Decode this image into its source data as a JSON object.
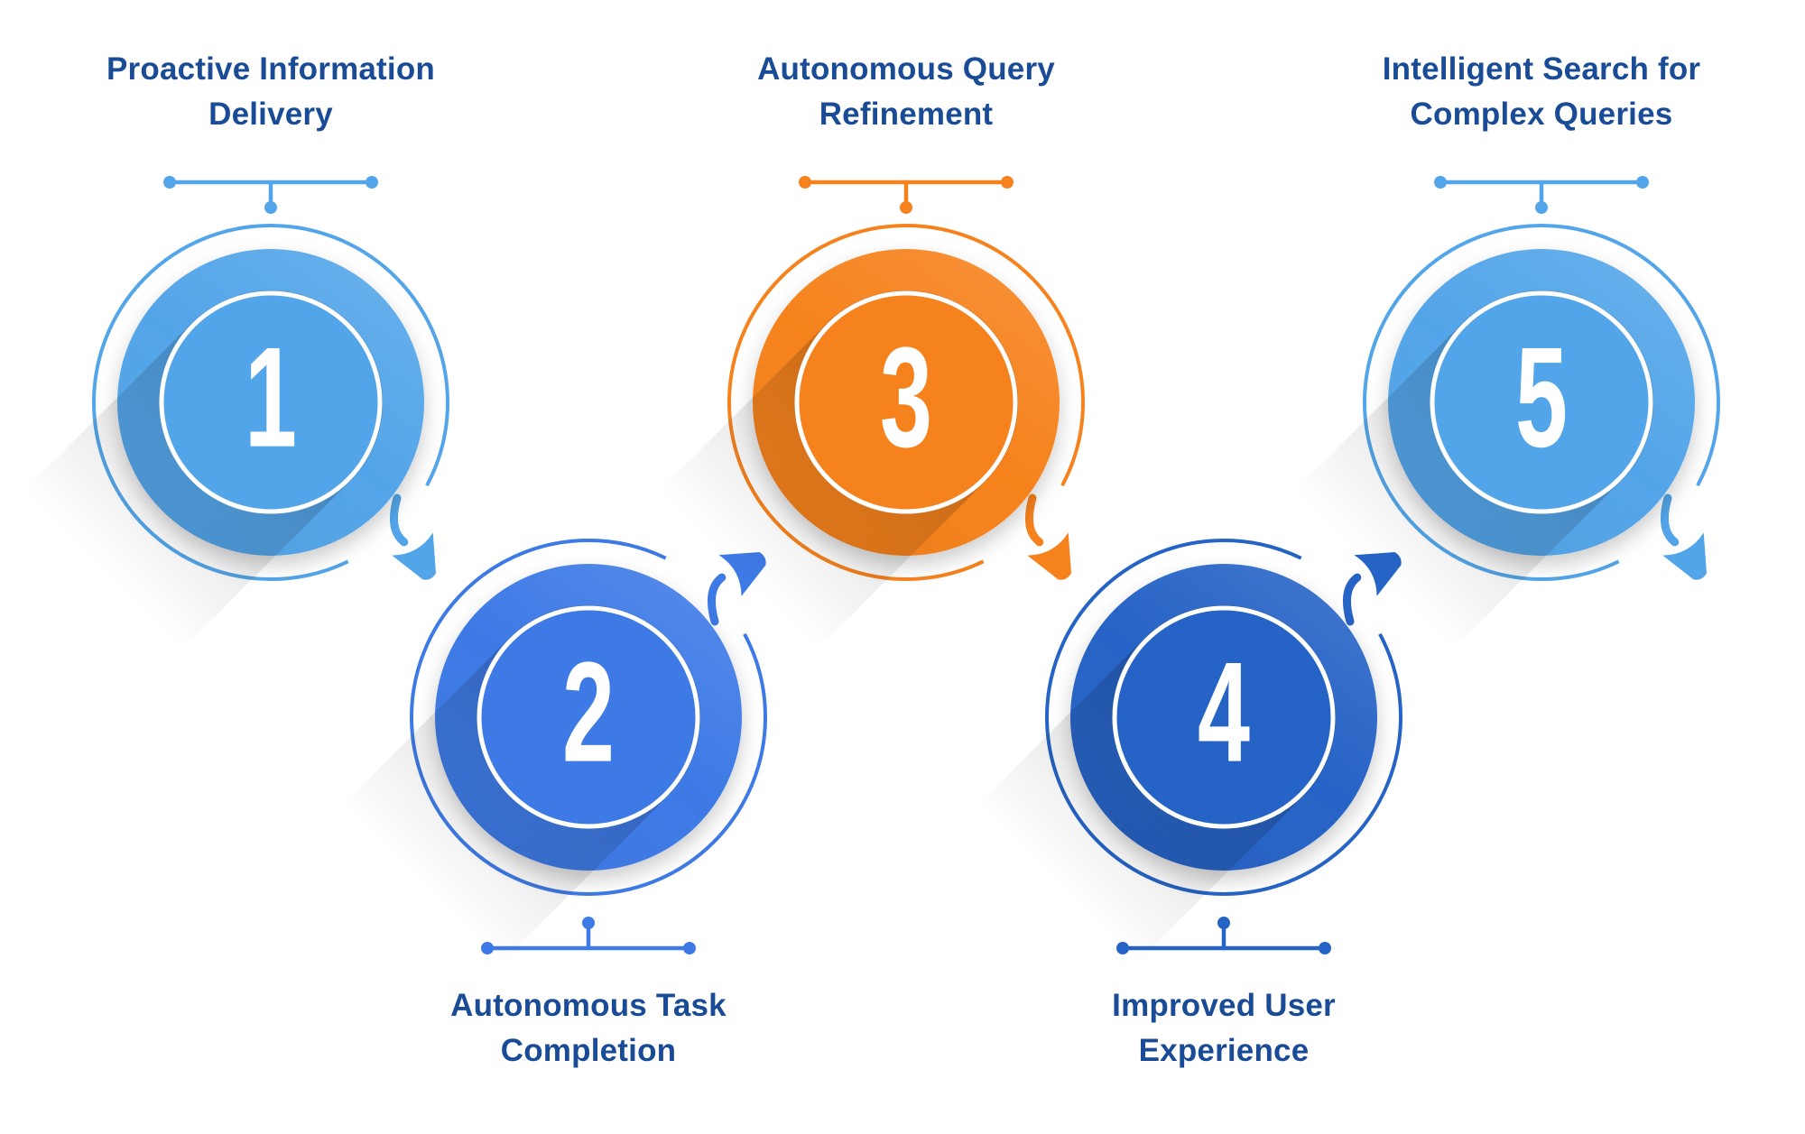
{
  "diagram": {
    "type": "process-infographic",
    "step_count": 5,
    "flow": "zigzag-left-to-right",
    "steps": [
      {
        "number": "1",
        "lines": [
          "Proactive Information",
          "Delivery"
        ],
        "position": "top",
        "color": "#53A5E9"
      },
      {
        "number": "2",
        "lines": [
          "Autonomous Task",
          "Completion"
        ],
        "position": "bottom",
        "color": "#3E7AE6"
      },
      {
        "number": "3",
        "lines": [
          "Autonomous Query",
          "Refinement"
        ],
        "position": "top",
        "color": "#F6821E"
      },
      {
        "number": "4",
        "lines": [
          "Improved User",
          "Experience"
        ],
        "position": "bottom",
        "color": "#2564C6"
      },
      {
        "number": "5",
        "lines": [
          "Intelligent Search for",
          "Complex Queries"
        ],
        "position": "top",
        "color": "#53A5E9"
      }
    ]
  },
  "colors": {
    "step1": "#53A5E9",
    "step2": "#3E7AE6",
    "step3": "#F6821E",
    "step4": "#2564C6",
    "step5": "#53A5E9",
    "label-text": "#1A4B96",
    "background": "#FFFFFF"
  }
}
